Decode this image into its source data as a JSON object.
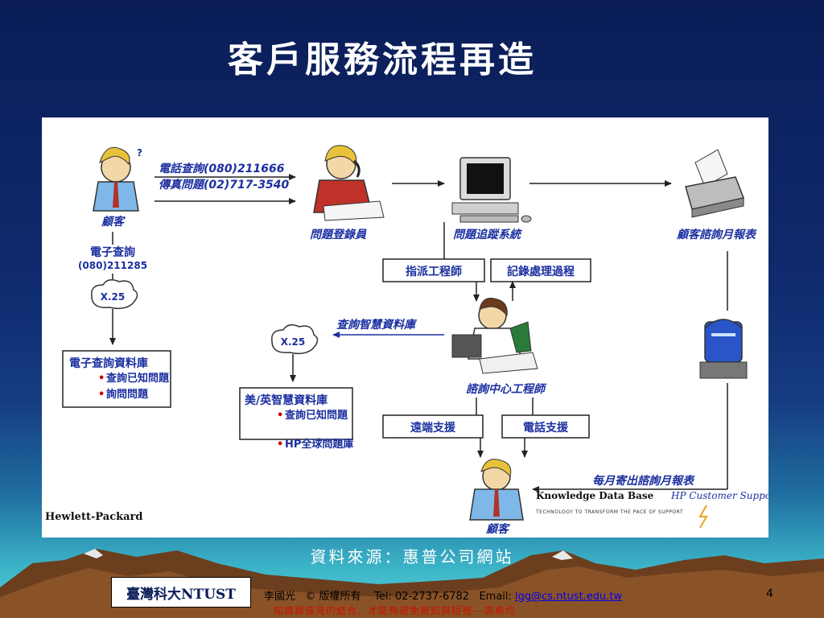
{
  "slide": {
    "title": "客戶服務流程再造",
    "source": "資料來源：惠普公司網站",
    "page_number": "4"
  },
  "diagram": {
    "customer_label": "顧客",
    "phone_query": "電話查詢(080)211666",
    "fax_query": "傳真問題(02)717-3540",
    "registrar_label": "問題登錄員",
    "tracking_system_label": "問題追蹤系統",
    "monthly_report_label": "顧客諮詢月報表",
    "e_query_title": "電子查詢",
    "e_query_number": "(080)211285",
    "x25_left": "X.25",
    "x25_mid": "X.25",
    "assign_engineer": "指派工程師",
    "record_process": "記錄處理過程",
    "query_kb": "查詢智慧資料庫",
    "consult_engineer_label": "諮詢中心工程師",
    "e_query_db": {
      "title": "電子查詢資料庫",
      "items": [
        "查詢已知問題",
        "詢問問題"
      ]
    },
    "us_uk_db": {
      "title": "美/英智慧資料庫",
      "items": [
        "查詢已知問題",
        "HP全球問題庫"
      ]
    },
    "remote_support": "遠端支援",
    "phone_support": "電話支援",
    "monthly_send": "每月寄出諮詢月報表",
    "knowledge_db": "Knowledge Data Base",
    "hp_customer_support": "HP Customer Support",
    "tagline": "TECHNOLOGY TO TRANSFORM THE PACE OF SUPPORT",
    "hewlett_packard": "Hewlett-Packard"
  },
  "footer": {
    "logo_text": "臺灣科大NTUST",
    "author": "李國光",
    "copyright": "© 版權所有",
    "tel": "Tel: 02-2737-6782",
    "email_label": "Email:",
    "email": "lgg@cs.ntust.edu.tw",
    "quote": "知識與遠見的結合，才能夠避免無知與短視---高希均"
  },
  "colors": {
    "accent_blue": "#1b2fa0",
    "footer_red": "#cc1100",
    "bg_top": "#0a1d57",
    "bg_bottom": "#5bd3d6"
  }
}
